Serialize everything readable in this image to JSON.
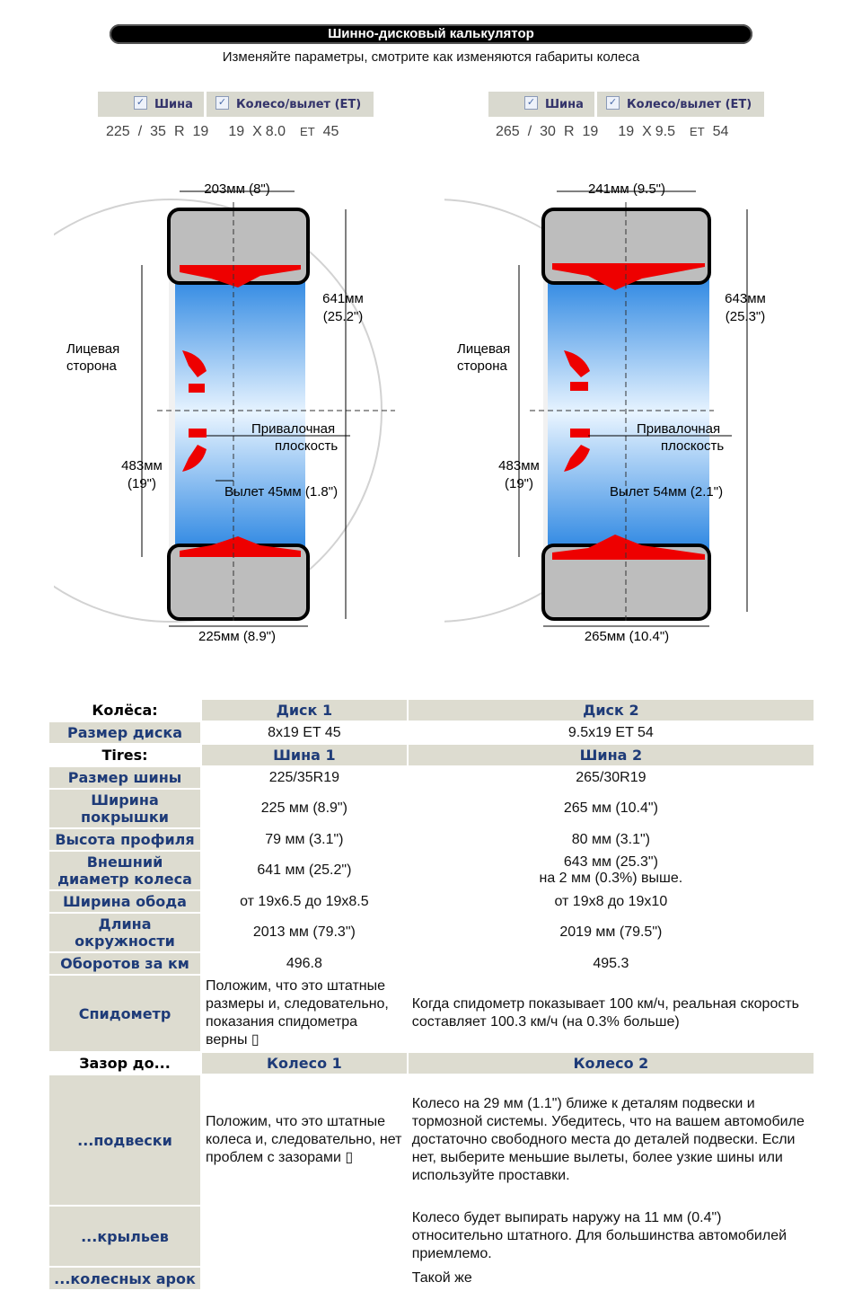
{
  "header": {
    "title": "Шинно-дисковый калькулятор",
    "subtitle": "Изменяйте параметры, смотрите как изменяются габариты колеса"
  },
  "config": [
    {
      "tire_label": "Шина",
      "wheel_label": "Колесо/вылет (ET)",
      "tire_width": "225",
      "slash": "/",
      "tire_profile": "35",
      "r_label": "R",
      "tire_rim": "19",
      "wheel_diam": "19",
      "x_label": "X",
      "wheel_width": "8.0",
      "et_label": "ET",
      "et_value": "45"
    },
    {
      "tire_label": "Шина",
      "wheel_label": "Колесо/вылет (ET)",
      "tire_width": "265",
      "slash": "/",
      "tire_profile": "30",
      "r_label": "R",
      "tire_rim": "19",
      "wheel_diam": "19",
      "x_label": "X",
      "wheel_width": "9.5",
      "et_label": "ET",
      "et_value": "54"
    }
  ],
  "diagrams": [
    {
      "top_width": "203мм (8\")",
      "outer_diam_mm": "641мм",
      "outer_diam_in": "(25.2\")",
      "face_label_1": "Лицевая",
      "face_label_2": "сторона",
      "mount_label_1": "Привалочная",
      "mount_label_2": "плоскость",
      "rim_mm": "483мм",
      "rim_in": "(19\")",
      "offset_label": "Вылет 45мм (1.8\")",
      "bottom_width": "225мм (8.9\")"
    },
    {
      "top_width": "241мм (9.5\")",
      "outer_diam_mm": "643мм",
      "outer_diam_in": "(25.3\")",
      "face_label_1": "Лицевая",
      "face_label_2": "сторона",
      "mount_label_1": "Привалочная",
      "mount_label_2": "плоскость",
      "rim_mm": "483мм",
      "rim_in": "(19\")",
      "offset_label": "Вылет 54мм (2.1\")",
      "bottom_width": "265мм (10.4\")"
    }
  ],
  "table": {
    "wheels_section": "Колёса:",
    "wheel1": "Диск 1",
    "wheel2": "Диск 2",
    "rim_size_label": "Размер диска",
    "rim_size1": "8x19 ET 45",
    "rim_size2": "9.5x19 ET 54",
    "tires_section": "Tires:",
    "tire1": "Шина 1",
    "tire2": "Шина 2",
    "tire_size_label": "Размер шины",
    "tire_size1": "225/35R19",
    "tire_size2": "265/30R19",
    "width_label": "Ширина покрышки",
    "width1": "225 мм (8.9\")",
    "width2": "265 мм (10.4\")",
    "profile_label": "Высота профиля",
    "profile1": "79 мм (3.1\")",
    "profile2": "80 мм (3.1\")",
    "diam_label": "Внешний диаметр колеса",
    "diam1": "641 мм (25.2\")",
    "diam2_a": "643 мм (25.3\")",
    "diam2_b": "на 2 мм (0.3%) выше.",
    "rimw_label": "Ширина обода",
    "rimw1": "от 19x6.5 до 19x8.5",
    "rimw2": "от 19x8 до 19x10",
    "circ_label": "Длина окружности",
    "circ1": "2013 мм (79.3\")",
    "circ2": "2019 мм (79.5\")",
    "rev_label": "Оборотов за км",
    "rev1": "496.8",
    "rev2": "495.3",
    "speedo_label": "Спидометр",
    "speedo1": "Положим, что это штатные размеры и, следовательно, показания спидометра верны ▯",
    "speedo2": "Когда спидометр показывает 100 км/ч, реальная скорость составляет 100.3 км/ч (на 0.3% больше)",
    "clear_section": "Зазор до...",
    "col1": "Колесо 1",
    "col2": "Колесо 2",
    "susp_label": "...подвески",
    "susp1": "Положим, что это штатные колеса и, следовательно, нет проблем с зазорами ▯",
    "susp2": "Колесо на 29 мм (1.1\") ближе к деталям подвески и тормозной системы. Убедитесь, что на вашем автомобиле достаточно свободного места до деталей подвески. Если нет, выберите меньшие вылеты, более узкие шины или используйте проставки.",
    "fender_label": "...крыльев",
    "fender2": "Колесо будет выпирать наружу на 11 мм (0.4\") относительно штатного. Для большинства автомобилей приемлемо.",
    "arch_label": "...колесных арок",
    "arch2": "Такой же"
  }
}
